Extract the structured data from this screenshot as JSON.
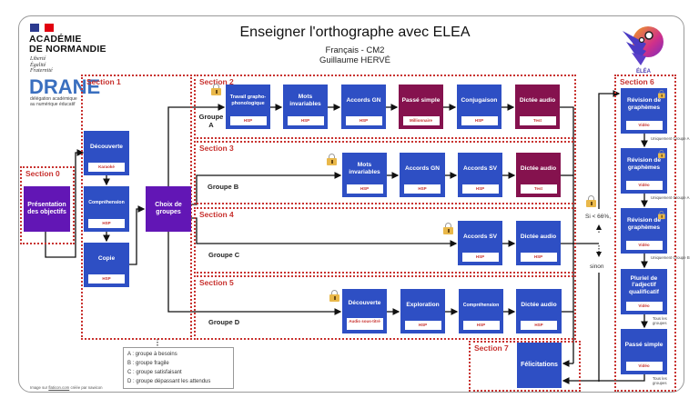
{
  "header": {
    "institution_line1": "ACADÉMIE",
    "institution_line2": "DE NORMANDIE",
    "motto": [
      "Liberté",
      "Égalité",
      "Fraternité"
    ],
    "drane": "DRANE",
    "drane_sub1": "délégation académique",
    "drane_sub2": "au numérique éducatif",
    "title": "Enseigner l'orthographe avec ELEA",
    "subtitle_line1": "Français - CM2",
    "subtitle_line2": "Guillaume HERVÉ",
    "logo_name": "ÉLÉA"
  },
  "colors": {
    "activity_blue": "#2e4fc4",
    "evaluation_wine": "#85124e",
    "hub_purple": "#6216b5",
    "section_border": "#c8322f",
    "lock": "#e9b84a"
  },
  "sections": {
    "s0": {
      "label": "Section 0",
      "nodes": [
        {
          "title": "Présentation des objectifs"
        }
      ]
    },
    "s1": {
      "label": "Section 1",
      "nodes": [
        {
          "title": "Découverte",
          "tag": "Karaoké"
        },
        {
          "title": "Compréhension",
          "tag": "HSP"
        },
        {
          "title": "Copie",
          "tag": "HSP"
        },
        {
          "title": "Choix de groupes"
        }
      ]
    },
    "s2": {
      "label": "Section 2",
      "group": "Groupe A",
      "nodes": [
        {
          "title": "Travail grapho-phonologique",
          "tag": "HSP"
        },
        {
          "title": "Mots invariables",
          "tag": "HSP"
        },
        {
          "title": "Accords GN",
          "tag": "HSP"
        },
        {
          "title": "Passé simple",
          "tag": "Millionnaire"
        },
        {
          "title": "Conjugaison",
          "tag": "HSP"
        },
        {
          "title": "Dictée audio",
          "tag": "Test"
        }
      ]
    },
    "s3": {
      "label": "Section 3",
      "group": "Groupe B",
      "nodes": [
        {
          "title": "Mots invariables",
          "tag": "HSP"
        },
        {
          "title": "Accords GN",
          "tag": "HSP"
        },
        {
          "title": "Accords SV",
          "tag": "HSP"
        },
        {
          "title": "Dictée audio",
          "tag": "Test"
        }
      ]
    },
    "s4": {
      "label": "Section 4",
      "group": "Groupe C",
      "nodes": [
        {
          "title": "Accords SV",
          "tag": "HSP"
        },
        {
          "title": "Dictée audio",
          "tag": "HSP"
        }
      ]
    },
    "s5": {
      "label": "Section 5",
      "group": "Groupe D",
      "nodes": [
        {
          "title": "Découverte",
          "tag": "Audio sous-titré"
        },
        {
          "title": "Exploration",
          "tag": "HSP"
        },
        {
          "title": "Compréhension",
          "tag": "HSP"
        },
        {
          "title": "Dictée audio",
          "tag": "HSP"
        }
      ]
    },
    "s6": {
      "label": "Section 6",
      "nodes": [
        {
          "title": "Révision de graphèmes",
          "tag": "Vidéo",
          "note": "Uniquement Groupe A"
        },
        {
          "title": "Révision de graphèmes",
          "tag": "Vidéo",
          "note": "Uniquement Groupe A"
        },
        {
          "title": "Révision de graphèmes",
          "tag": "Vidéo",
          "note": "Uniquement Groupe B"
        },
        {
          "title": "Pluriel de l'adjectif qualificatif",
          "tag": "Vidéo",
          "note": "Tous les groupes"
        },
        {
          "title": "Passé simple",
          "tag": "Vidéo",
          "note": "Tous les groupes"
        }
      ]
    },
    "s7": {
      "label": "Section 7",
      "nodes": [
        {
          "title": "Félicitations"
        }
      ]
    }
  },
  "conditions": {
    "if_label": "Si < 66%,",
    "else_label": "sinon"
  },
  "legend": [
    "A : groupe à besoins",
    "B : groupe fragile",
    "C : groupe satisfaisant",
    "D : groupe dépassant les attendus"
  ],
  "credit": {
    "prefix": "Image sur ",
    "link": "flaticon.com",
    "suffix": " créée par nawicon"
  }
}
